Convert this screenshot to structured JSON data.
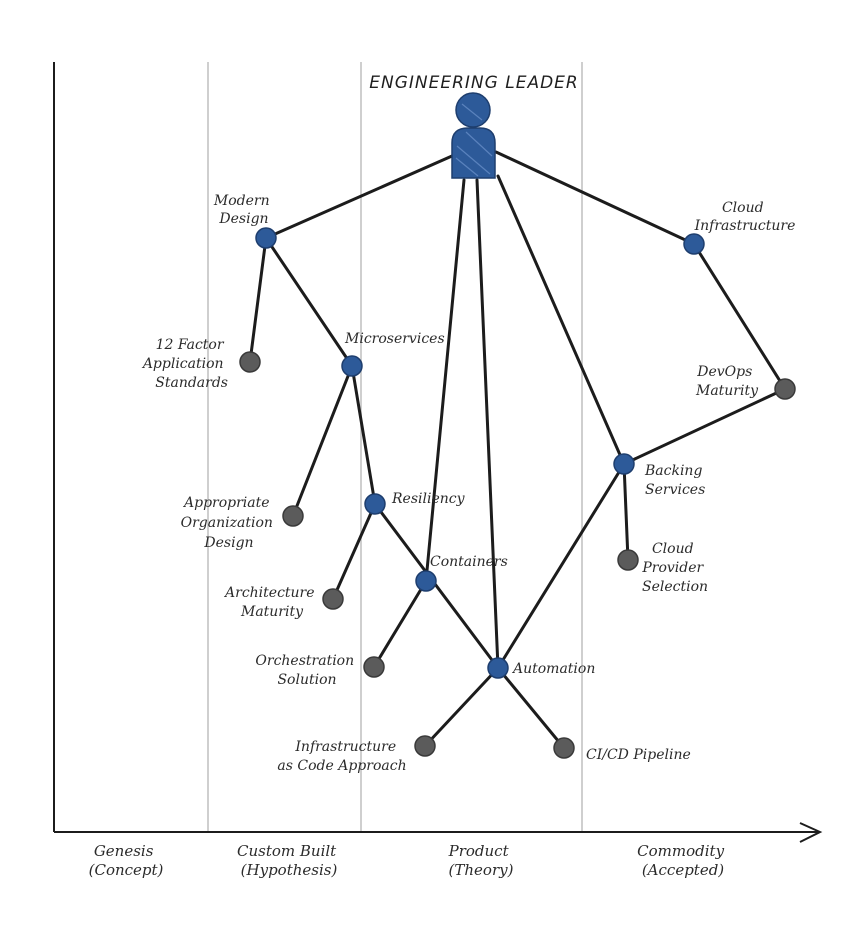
{
  "title": "ENGINEERING LEADER",
  "stages": [
    {
      "line1": "Genesis",
      "line2": "(Concept)"
    },
    {
      "line1": "Custom Built",
      "line2": "(Hypothesis)"
    },
    {
      "line1": "Product",
      "line2": "(Theory)"
    },
    {
      "line1": "Commodity",
      "line2": "(Accepted)"
    }
  ],
  "nodes": {
    "modern_design": [
      "Modern",
      "Design"
    ],
    "cloud_infrastructure": [
      "Cloud",
      "Infrastructure"
    ],
    "twelve_factor": [
      "12 Factor",
      "Application",
      "Standards"
    ],
    "microservices": [
      "Microservices"
    ],
    "devops_maturity": [
      "DevOps",
      "Maturity"
    ],
    "backing_services": [
      "Backing",
      "Services"
    ],
    "appropriate_org_design": [
      "Appropriate",
      "Organization",
      "Design"
    ],
    "resiliency": [
      "Resiliency"
    ],
    "cloud_provider_selection": [
      "Cloud",
      "Provider",
      "Selection"
    ],
    "containers": [
      "Containers"
    ],
    "architecture_maturity": [
      "Architecture",
      "Maturity"
    ],
    "orchestration_solution": [
      "Orchestration",
      "Solution"
    ],
    "automation": [
      "Automation"
    ],
    "iac_approach": [
      "Infrastructure",
      "as Code Approach"
    ],
    "cicd_pipeline": [
      "CI/CD Pipeline"
    ]
  },
  "colors": {
    "needs_node": "#2d5a99",
    "component_node": "#5b5b5b",
    "leader": "#2d5a99"
  }
}
